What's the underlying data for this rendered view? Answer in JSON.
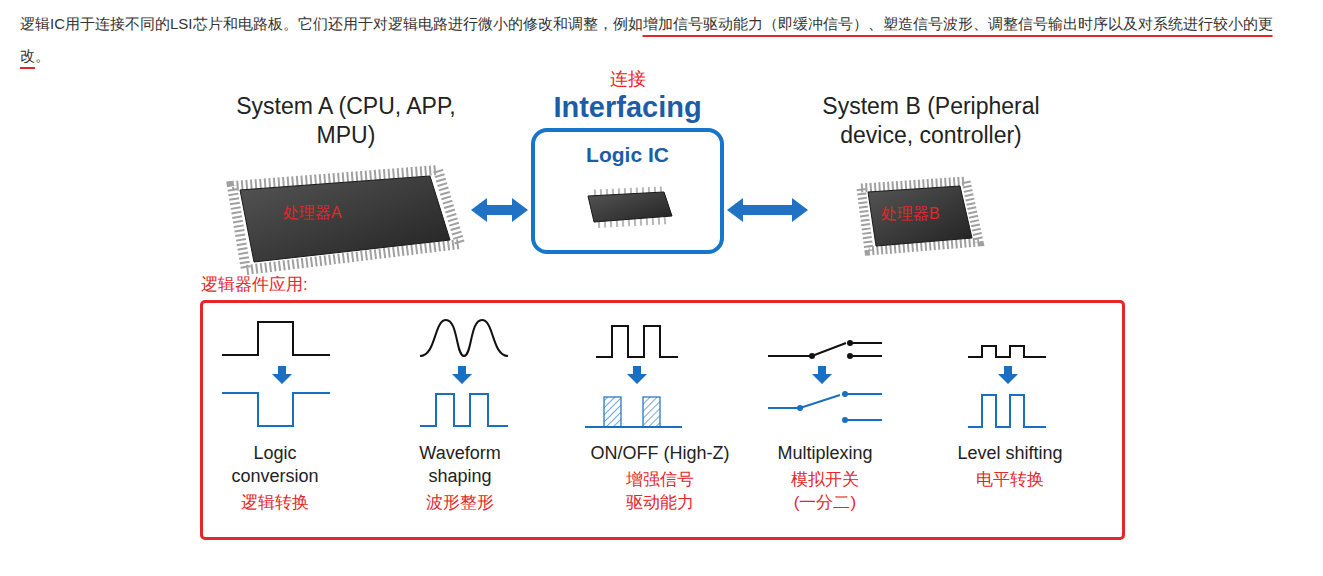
{
  "diagram": {
    "nodes": [
      {
        "text": [
          "System A (CPU, APP, MPU)",
          "处理器A"
        ]
      },
      {
        "text": [
          "连接",
          "Interfacing",
          "Logic IC"
        ]
      },
      {
        "text": [
          "System B (Peripheral device, controller)",
          "处理器B"
        ]
      },
      {
        "text": [
          "逻辑器件应用:"
        ]
      }
    ],
    "edges": [
      {
        "from": 0,
        "to": 1,
        "arrow": "both"
      },
      {
        "from": 1,
        "to": 2,
        "arrow": "both"
      }
    ],
    "labels": [
      "逻辑IC用于连接不同的LSI芯片和电路板。它们还用于对逻辑电路进行微小的修改和调整，例如",
      "增加信号驱动能力（即缓冲信号）、塑造信号波形、调整信号输出时序以及对系统进行较小的更改",
      "。",
      "Logic conversion",
      "逻辑转换",
      "Waveform shaping",
      "波形整形",
      "ON/OFF (High-Z)",
      "增强信号 驱动能力",
      "Multiplexing",
      "模拟开关 (一分二)",
      "Level shifting",
      "电平转换"
    ]
  }
}
